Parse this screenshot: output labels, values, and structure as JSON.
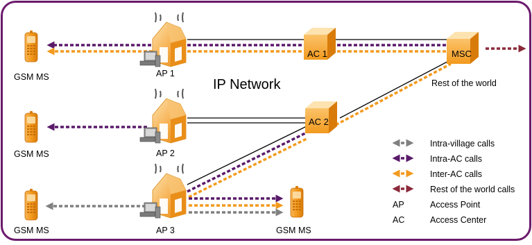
{
  "colors": {
    "frame": "#6b1a6b",
    "gray_call": "#808080",
    "purple_call": "#5a1a6a",
    "orange_call": "#f39a1e",
    "maroon_call": "#8b2a3a",
    "device_orange": "#f4a640",
    "device_light": "#fde3b0"
  },
  "network_label": "IP Network",
  "nodes": {
    "gsm_1": "GSM MS",
    "gsm_2": "GSM MS",
    "gsm_3": "GSM MS",
    "gsm_4": "GSM MS",
    "ap_1": "AP 1",
    "ap_2": "AP 2",
    "ap_3": "AP 3",
    "ac_1": "AC 1",
    "ac_2": "AC 2",
    "msc": "MSC",
    "rest_of_world": "Rest of the world"
  },
  "legend": {
    "items": [
      {
        "label": "Intra-village calls",
        "color": "#808080"
      },
      {
        "label": "Intra-AC calls",
        "color": "#5a1a6a"
      },
      {
        "label": "Inter-AC calls",
        "color": "#f39a1e"
      },
      {
        "label": "Rest of the world calls",
        "color": "#8b2a3a"
      }
    ],
    "abbreviations": [
      {
        "abbr": "AP",
        "meaning": "Access Point"
      },
      {
        "abbr": "AC",
        "meaning": "Access Center"
      }
    ]
  }
}
